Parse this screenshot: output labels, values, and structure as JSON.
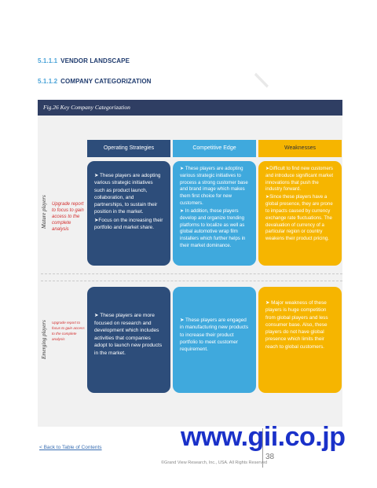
{
  "headings": [
    {
      "number": "5.1.1.1",
      "title": "VENDOR LANDSCAPE"
    },
    {
      "number": "5.1.1.2",
      "title": "COMPANY CATEGORIZATION"
    }
  ],
  "figure": {
    "caption": "Fig.26  Key Company Categorization",
    "columns": [
      "Operating Strategies",
      "Competitive Edge",
      "Weaknesses"
    ],
    "rows": [
      {
        "label": "Mature players",
        "note": "Upgrade report to focus to gain access to the complete analysis",
        "cells": [
          [
            "➤ These players are adopting various strategic initiatives such as product launch, collaboration, and partnerships, to sustain their position in the market.",
            "➤Focus on the increasing their portfolio and market share."
          ],
          [
            "➤ These players are adopting various strategic initiatives to process a strong customer base and brand image which makes them first choice for new customers.",
            "➤ In addition, these players develop and organize trending platforms to localize as well as global automotive wrap film installers which further helps in their market dominance."
          ],
          [
            "➤Difficult to find new customers and introduce significant market innovations that push the industry forward.",
            "➤Since these players have a global presence, they are prone to impacts caused by currency exchange rate fluctuations. The devaluation of currency of a particular region or country weakens their product pricing."
          ]
        ]
      },
      {
        "label": "Emerging players",
        "note": "Upgrade report to focus to gain access to the complete analysis",
        "cells": [
          [
            "➤ These players are more focused on research and development which includes activities that companies adopt to launch new products in the market."
          ],
          [
            "➤ These players are engaged in manufacturing new products to increase their product portfolio to meet customer requirement."
          ],
          [
            "➤ Major weakness of these players is huge competition from global players and less consumer base. Also, these players do not have global presence which limits their reach to global customers."
          ]
        ]
      }
    ]
  },
  "footer": {
    "toc_link": "< Back to Table of Contents",
    "brand": "www.gii.co.jp",
    "page_number": "38",
    "copyright": "©Grand View Research, Inc., USA. All Rights Reserved"
  }
}
